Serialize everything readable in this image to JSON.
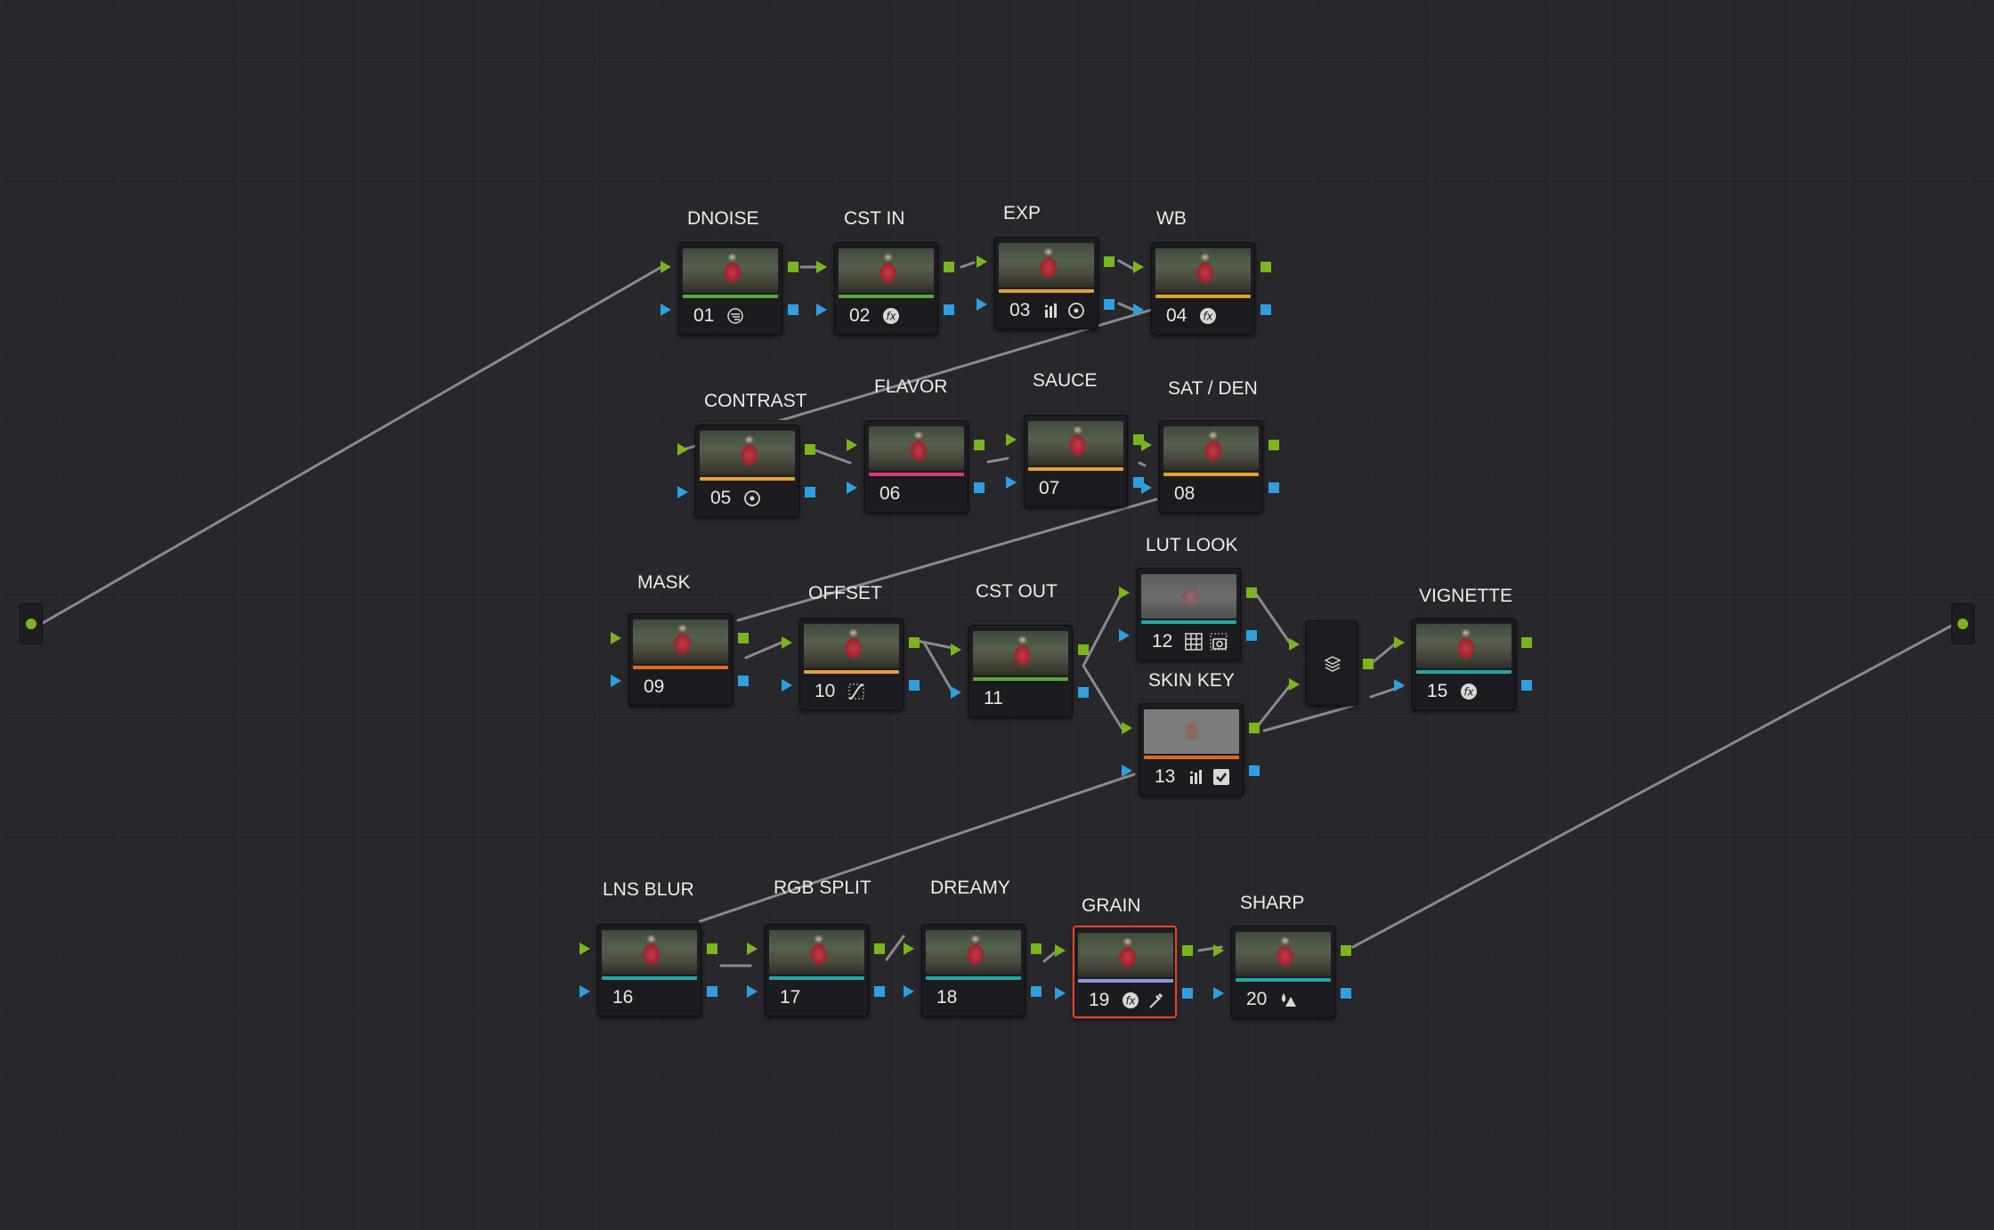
{
  "app": "Color Page Node Graph",
  "colors": {
    "background": "#27272c",
    "connection_line": "#8a8a8e",
    "rgb_port": "#7ab51d",
    "alpha_port": "#2f9fe0",
    "selected_outline": "#d9472f"
  },
  "source_input": {
    "name": "source-input-endpoint"
  },
  "output_endpoint": {
    "name": "output-endpoint"
  },
  "nodes": [
    {
      "id": "01",
      "label": "DNOISE",
      "bar_color": "#5aa83a",
      "icons": [
        "noise-reduction-icon"
      ],
      "selected": false
    },
    {
      "id": "02",
      "label": "CST IN",
      "bar_color": "#5aa83a",
      "icons": [
        "fx-icon"
      ],
      "selected": false
    },
    {
      "id": "03",
      "label": "EXP",
      "bar_color": "#e3a12f",
      "icons": [
        "curves-bars-icon",
        "power-window-circle-icon"
      ],
      "selected": false
    },
    {
      "id": "04",
      "label": "WB",
      "bar_color": "#e3a12f",
      "icons": [
        "fx-icon"
      ],
      "selected": false
    },
    {
      "id": "05",
      "label": "CONTRAST",
      "bar_color": "#e3a12f",
      "icons": [
        "power-window-circle-icon"
      ],
      "selected": false
    },
    {
      "id": "06",
      "label": "FLAVOR",
      "bar_color": "#d83a7c",
      "icons": [],
      "selected": false
    },
    {
      "id": "07",
      "label": "SAUCE",
      "bar_color": "#e3a12f",
      "icons": [],
      "selected": false
    },
    {
      "id": "08",
      "label": "SAT / DEN",
      "bar_color": "#e3a12f",
      "icons": [],
      "selected": false
    },
    {
      "id": "09",
      "label": "MASK",
      "bar_color": "#e06a1e",
      "icons": [],
      "selected": false
    },
    {
      "id": "10",
      "label": "OFFSET",
      "bar_color": "#e3a12f",
      "icons": [
        "curves-icon"
      ],
      "selected": false
    },
    {
      "id": "11",
      "label": "CST OUT",
      "bar_color": "#5aa83a",
      "icons": [],
      "selected": false
    },
    {
      "id": "12",
      "label": "LUT LOOK",
      "bar_color": "#22a7a8",
      "icons": [
        "lut-grid-icon",
        "key-matte-icon"
      ],
      "selected": false
    },
    {
      "id": "13",
      "label": "SKIN KEY",
      "bar_color": "#e06a1e",
      "icons": [
        "curves-bars-icon",
        "checkbox-checked-icon"
      ],
      "selected": false
    },
    {
      "id": "15",
      "label": "VIGNETTE",
      "bar_color": "#22a7a8",
      "icons": [
        "fx-icon"
      ],
      "selected": false
    },
    {
      "id": "16",
      "label": "LNS BLUR",
      "bar_color": "#22a7a8",
      "icons": [],
      "selected": false
    },
    {
      "id": "17",
      "label": "RGB SPLIT",
      "bar_color": "#22a7a8",
      "icons": [],
      "selected": false
    },
    {
      "id": "18",
      "label": "DREAMY",
      "bar_color": "#22a7a8",
      "icons": [],
      "selected": false
    },
    {
      "id": "19",
      "label": "GRAIN",
      "bar_color": "#8a9bd8",
      "icons": [
        "fx-icon",
        "eyedropper-icon"
      ],
      "selected": true
    },
    {
      "id": "20",
      "label": "SHARP",
      "bar_color": "#22a7a8",
      "icons": [
        "blur-sharpen-icon"
      ],
      "selected": false
    }
  ],
  "layer_mixer": {
    "name": "layer-mixer-node",
    "icon": "layers-icon"
  }
}
